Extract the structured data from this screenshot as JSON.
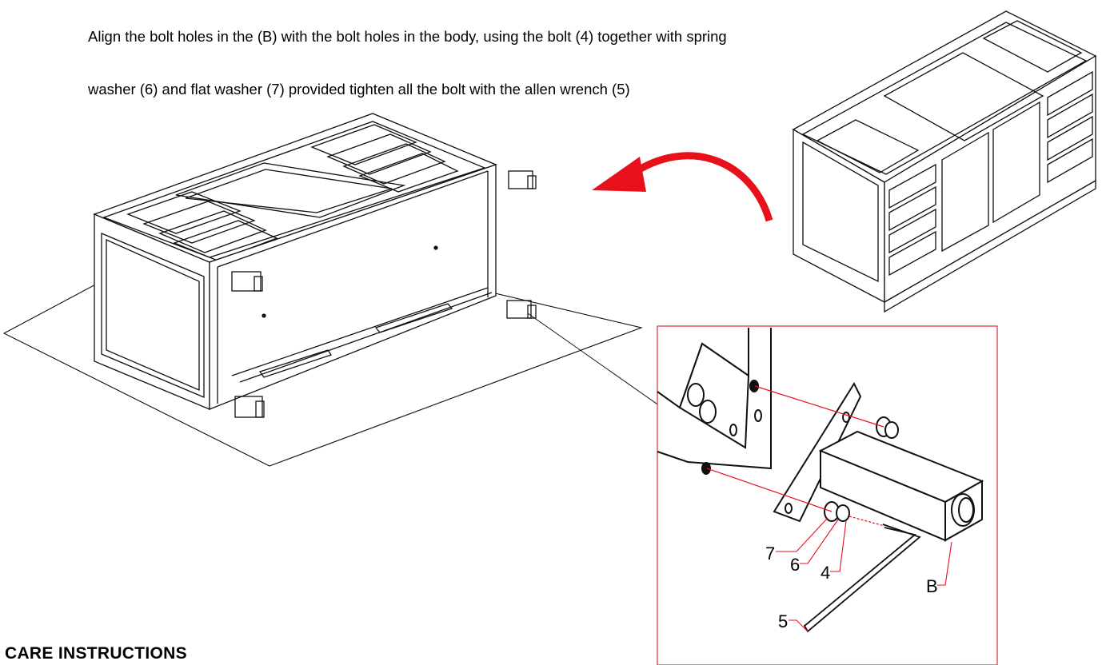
{
  "instructions": {
    "line1": "Align the bolt holes in the (B) with the bolt holes in the body, using the bolt (4) together with spring",
    "line2": "washer (6) and flat washer (7) provided tighten all the bolt with the allen wrench (5)"
  },
  "section_heading": "CARE INSTRUCTIONS",
  "callouts": {
    "flat_washer": "7",
    "spring_washer": "6",
    "bolt": "4",
    "leg": "B",
    "allen_wrench": "5"
  },
  "colors": {
    "accent": "#e8101b",
    "line": "#111111",
    "callout_box": "#d9303a"
  }
}
